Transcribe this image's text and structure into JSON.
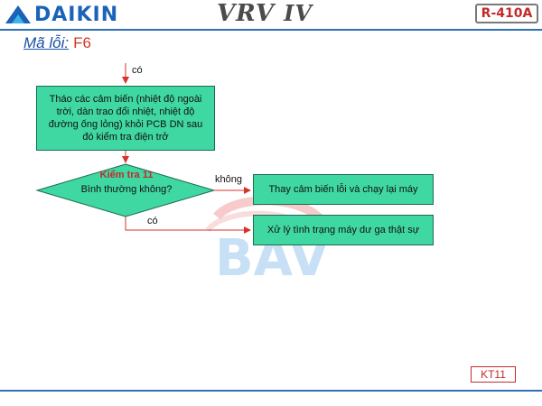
{
  "header": {
    "brand": "DAIKIN",
    "product": "VRV",
    "product_generation": "IV",
    "refrigerant": "R-410A"
  },
  "error": {
    "label": "Mã lỗi:",
    "code": "F6"
  },
  "flow": {
    "start_label": "có",
    "step": "Tháo các cảm biến (nhiệt độ ngoài trời, dàn trao đổi nhiệt, nhiệt độ đường ống lỏng) khỏi PCB DN sau đó kiểm tra điện trở",
    "decision_title": "Kiểm tra 11",
    "decision_question": "Bình thường không?",
    "no_label": "không",
    "yes_label": "có",
    "no_result": "Thay cảm biến lỗi và chạy lại máy",
    "yes_result": "Xử lý tình trạng máy dư ga thật sự"
  },
  "watermark": "BAV",
  "footer": {
    "link_label": "KT11"
  },
  "colors": {
    "box_fill": "#3fd7a2",
    "arrow": "#d4342a",
    "brand_blue": "#1a63b8",
    "rule_blue": "#2f6fb3"
  }
}
